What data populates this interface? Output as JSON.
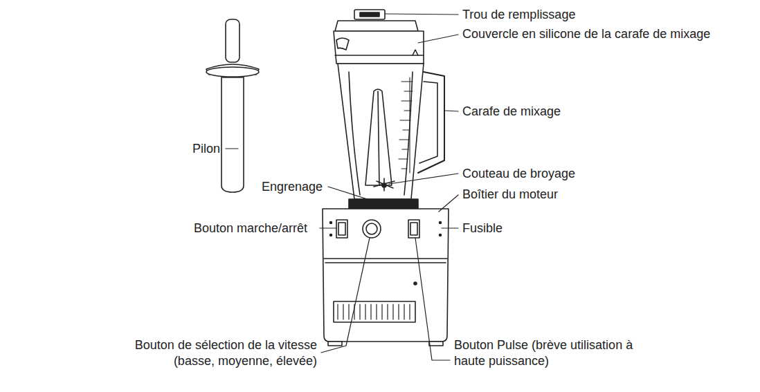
{
  "diagram": {
    "labels": [
      "Trou de remplissage",
      "Couvercle en silicone de la carafe de mixage",
      "Carafe de mixage",
      "Pilon",
      "Couteau de broyage",
      "Engrenage",
      "Boîtier du moteur",
      "Bouton marche/arrêt",
      "Fusible",
      "Bouton de sélection de la vitesse (basse, moyenne, élevée)",
      "Bouton Pulse (brève utilisation à haute puissance)"
    ]
  }
}
